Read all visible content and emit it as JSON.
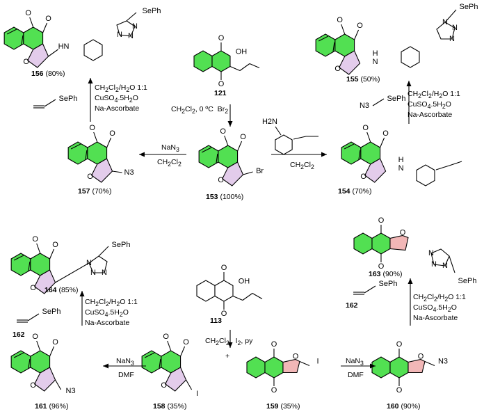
{
  "colors": {
    "ring_green": "#52E052",
    "ring_lilac": "#E3CCEB",
    "ring_pink": "#F2B7B7",
    "line": "#000000"
  },
  "compounds": {
    "c156": {
      "num": "156",
      "yield": " (80%)"
    },
    "c155": {
      "num": "155",
      "yield": " (50%)"
    },
    "c121": {
      "num": "121",
      "yield": ""
    },
    "c157": {
      "num": "157",
      "yield": " (70%)"
    },
    "c153": {
      "num": "153",
      "yield": " (100%)"
    },
    "c154": {
      "num": "154",
      "yield": " (70%)"
    },
    "c164": {
      "num": "164",
      "yield": " (85%)"
    },
    "c163": {
      "num": "163",
      "yield": " (90%)"
    },
    "c113": {
      "num": "113",
      "yield": ""
    },
    "c161": {
      "num": "161",
      "yield": " (96%)"
    },
    "c158": {
      "num": "158",
      "yield": " (35%)"
    },
    "c159": {
      "num": "159",
      "yield": " (35%)"
    },
    "c160": {
      "num": "160",
      "yield": " (90%)"
    },
    "c162a": {
      "num": "162",
      "yield": ""
    },
    "c162b": {
      "num": "162",
      "yield": ""
    }
  },
  "atoms": {
    "O": "O",
    "HN": "HN",
    "H": "H",
    "N": "N",
    "OH": "OH",
    "Br": "Br",
    "I": "I",
    "N3": "N3",
    "SePh": "SePh",
    "H2N": "H2N"
  },
  "conditions": {
    "click_line1": "CH2Cl2/H2O 1:1",
    "click_line2": "CuSO4.5H2O",
    "click_line3": "Na-Ascorbate",
    "bromination": "CH2Cl2, 0 ºC  Br2",
    "azidation_solvent": "NaN3",
    "azidation_sub": "CH2Cl2",
    "amination_solvent": "CH2Cl2",
    "iodo": "CH2Cl2   I2, py",
    "dmf_reagent": "NaN3",
    "dmf": "DMF",
    "plus": "+"
  }
}
